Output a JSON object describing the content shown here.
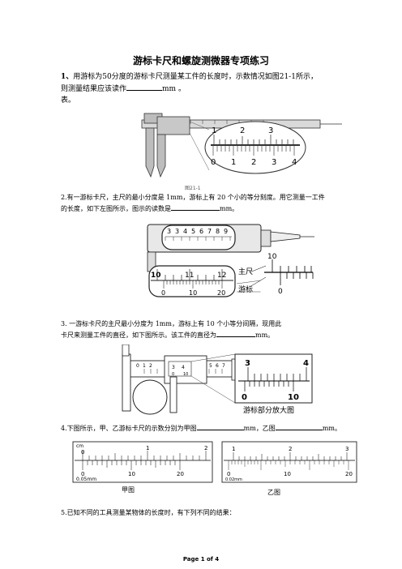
{
  "title": "游标卡尺和螺旋测微器专项练习",
  "q1": {
    "num": "1、",
    "line1": "用游标为50分度的游标卡尺测量某工件的长度时，示数情况如图21-1所示，",
    "line2a": "则测量结果应该读作",
    "line2b": "mm 。",
    "line3": "表。",
    "caption": "图21-1",
    "main_scale": [
      "1",
      "2",
      "3"
    ],
    "vernier_scale": [
      "0",
      "1",
      "2",
      "3",
      "4"
    ]
  },
  "q2": {
    "line1": "2.有一游标卡尺，主尺的最小分度是 1mm，游标上有 20 个小的等分刻度。用它测量一工件",
    "line2a": "的长度，如下左图所示，图示的读数是",
    "line2b": "mm。",
    "body_scale": [
      "3",
      "3",
      "4",
      "5",
      "6",
      "7",
      "8",
      "9"
    ],
    "main_scale": [
      "10",
      "11",
      "12"
    ],
    "vernier_scale": [
      "0",
      "10",
      "20"
    ],
    "zoom_main": "10",
    "zoom_vernier": "0",
    "label_main": "主尺",
    "label_vernier": "游标"
  },
  "q3": {
    "line1": "3. 一游标卡尺的主尺最小分度为 1mm，游标上有 10 个小等分间隔，现用此",
    "line2a": "卡尺来测量工件的直径，如下图所示。该工件的直径为",
    "line2b": "mm。",
    "small_main": [
      "0",
      "1",
      "2",
      "3",
      "4",
      "5",
      "6",
      "7"
    ],
    "small_vernier": [
      "0",
      "10"
    ],
    "zoom_main": [
      "3",
      "4"
    ],
    "zoom_vernier": [
      "0",
      "10"
    ],
    "zoom_label": "游标部分放大图"
  },
  "q4": {
    "line1a": "4.下图所示，甲、乙游标卡尺的示数分别为甲图",
    "line1b": "mm，乙图",
    "line1c": "mm。",
    "jia": {
      "unit": "cm",
      "main": [
        "0",
        "1",
        "2"
      ],
      "vernier": [
        "0",
        "10",
        "20"
      ],
      "precision": "0.05mm",
      "label": "甲图"
    },
    "yi": {
      "main": [
        "1",
        "2",
        "3"
      ],
      "vernier": [
        "0",
        "10",
        "20"
      ],
      "precision": "0.02mm",
      "label": "乙图"
    }
  },
  "q5": {
    "line1": "5.已知不同的工具测量某物体的长度时，有下列不同的结果："
  },
  "footer": "Page 1 of 4"
}
